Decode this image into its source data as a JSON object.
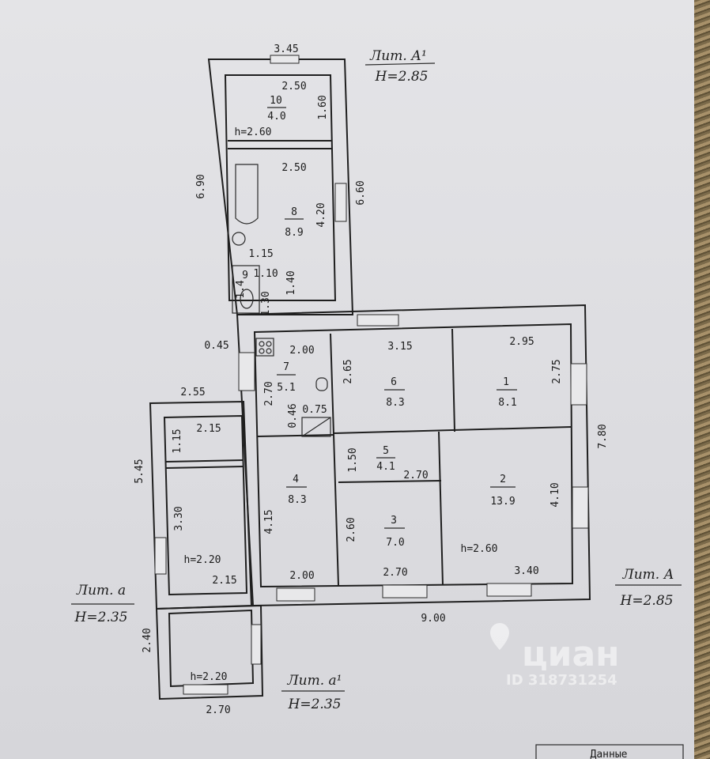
{
  "title_a1": {
    "lit": "Лит. А¹",
    "h": "Н=2.85"
  },
  "title_a": {
    "lit": "Лит. А",
    "h": "Н=2.85"
  },
  "title_a_small": {
    "lit": "Лит. а",
    "h": "Н=2.35"
  },
  "title_a_small1": {
    "lit": "Лит. а¹",
    "h": "Н=2.35"
  },
  "dims": {
    "d345": "3.45",
    "d250a": "2.50",
    "d160": "1.60",
    "h260a": "h=2.60",
    "d250b": "2.50",
    "d690": "6.90",
    "d660": "6.60",
    "d420": "4.20",
    "d115": "1.15",
    "d110": "1.10",
    "d140": "1.40",
    "d130": "1.30",
    "d14": "1.4",
    "d045": "0.45",
    "d200a": "2.00",
    "d315": "3.15",
    "d295": "2.95",
    "d270a": "2.70",
    "d265": "2.65",
    "d275": "2.75",
    "d046": "0.46",
    "d075": "0.75",
    "d255": "2.55",
    "d215a": "2.15",
    "d115b": "1.15",
    "d545": "5.45",
    "d330": "3.30",
    "h220a": "h=2.20",
    "d215b": "2.15",
    "d415": "4.15",
    "d150": "1.50",
    "d270b": "2.70",
    "d410": "4.10",
    "d780": "7.80",
    "d260": "2.60",
    "h260b": "h=2.60",
    "d200b": "2.00",
    "d270c": "2.70",
    "d340": "3.40",
    "d900": "9.00",
    "d240": "2.40",
    "h220b": "h=2.20",
    "d270d": "2.70"
  },
  "rooms": {
    "r10": {
      "n": "10",
      "a": "4.0"
    },
    "r8": {
      "n": "8",
      "a": "8.9"
    },
    "r9": {
      "n": "9",
      "a": "1.4"
    },
    "r7": {
      "n": "7",
      "a": "5.1"
    },
    "r6": {
      "n": "6",
      "a": "8.3"
    },
    "r1": {
      "n": "1",
      "a": "8.1"
    },
    "r5": {
      "n": "5",
      "a": "4.1"
    },
    "r4": {
      "n": "4",
      "a": "8.3"
    },
    "r3": {
      "n": "3",
      "a": "7.0"
    },
    "r2": {
      "n": "2",
      "a": "13.9"
    }
  },
  "watermark": {
    "brand": "циан",
    "id": "ID 318731254"
  },
  "stamp": {
    "text": "Данные"
  }
}
